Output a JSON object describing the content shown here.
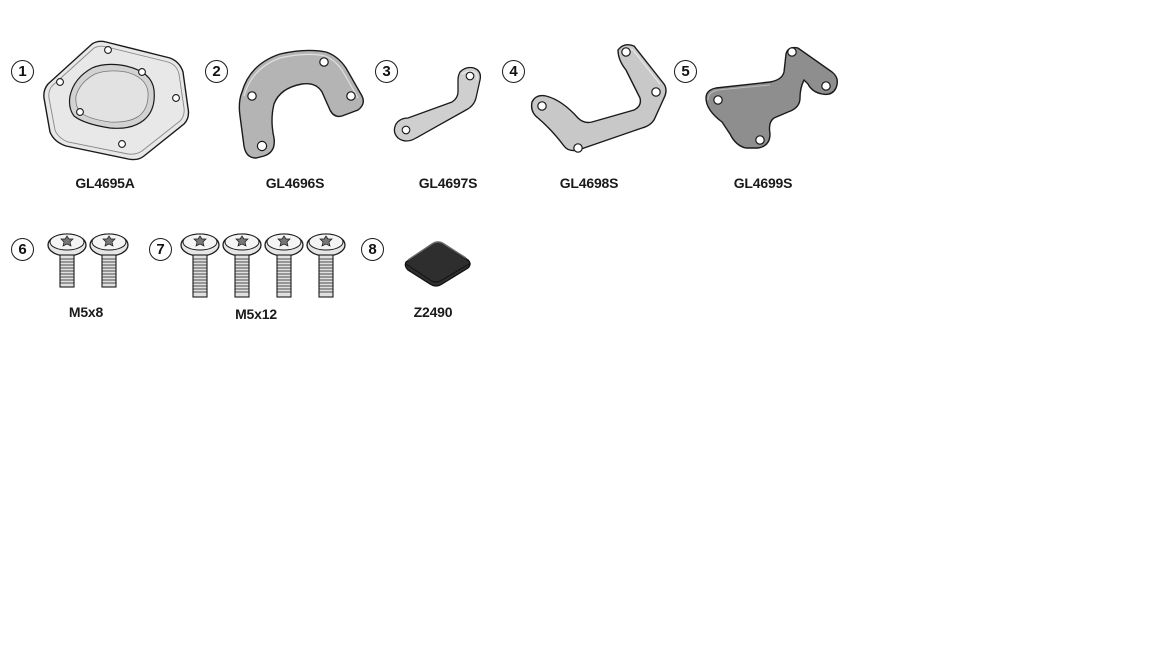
{
  "parts": [
    {
      "number": "1",
      "code": "GL4695A"
    },
    {
      "number": "2",
      "code": "GL4696S"
    },
    {
      "number": "3",
      "code": "GL4697S"
    },
    {
      "number": "4",
      "code": "GL4698S"
    },
    {
      "number": "5",
      "code": "GL4699S"
    },
    {
      "number": "6",
      "code": "M5x8"
    },
    {
      "number": "7",
      "code": "M5x12"
    },
    {
      "number": "8",
      "code": "Z2490"
    }
  ],
  "colors": {
    "outline": "#1a1a1a",
    "plate_light": "#e6e6e6",
    "plate_mid": "#bdbdbd",
    "plate_dark": "#8a8a8a",
    "pad_dark": "#3a3a3a"
  }
}
